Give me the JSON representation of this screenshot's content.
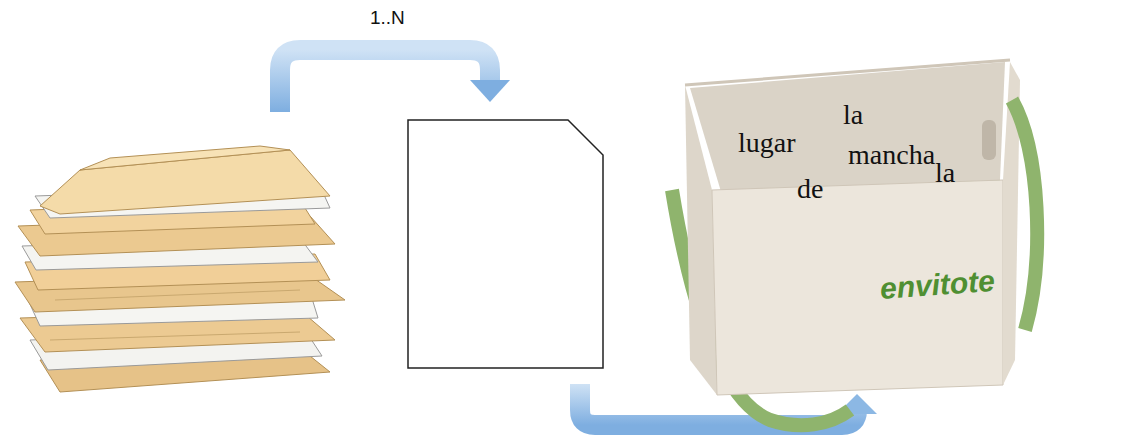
{
  "diagram": {
    "labels": [
      "1..N",
      "la",
      "lugar",
      "mancha",
      "la",
      "de",
      "envitote"
    ]
  }
}
